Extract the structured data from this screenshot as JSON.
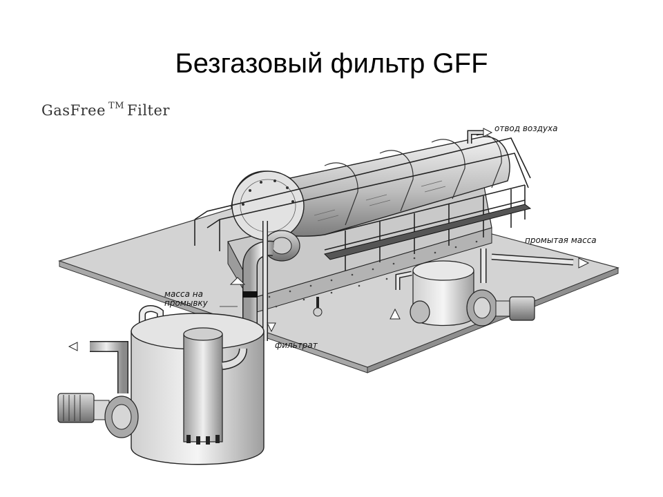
{
  "slide": {
    "title": "Безгазовый фильтр GFF"
  },
  "figure": {
    "name": "GasFree",
    "trademark": "TM",
    "suffix": "Filter"
  },
  "labels": {
    "air_outlet": "отвод воздуха",
    "washed_pulp": "промытая масса",
    "pulp_to_washing_line1": "масса на",
    "pulp_to_washing_line2": "промывку",
    "filtrate": "фильтрат"
  }
}
